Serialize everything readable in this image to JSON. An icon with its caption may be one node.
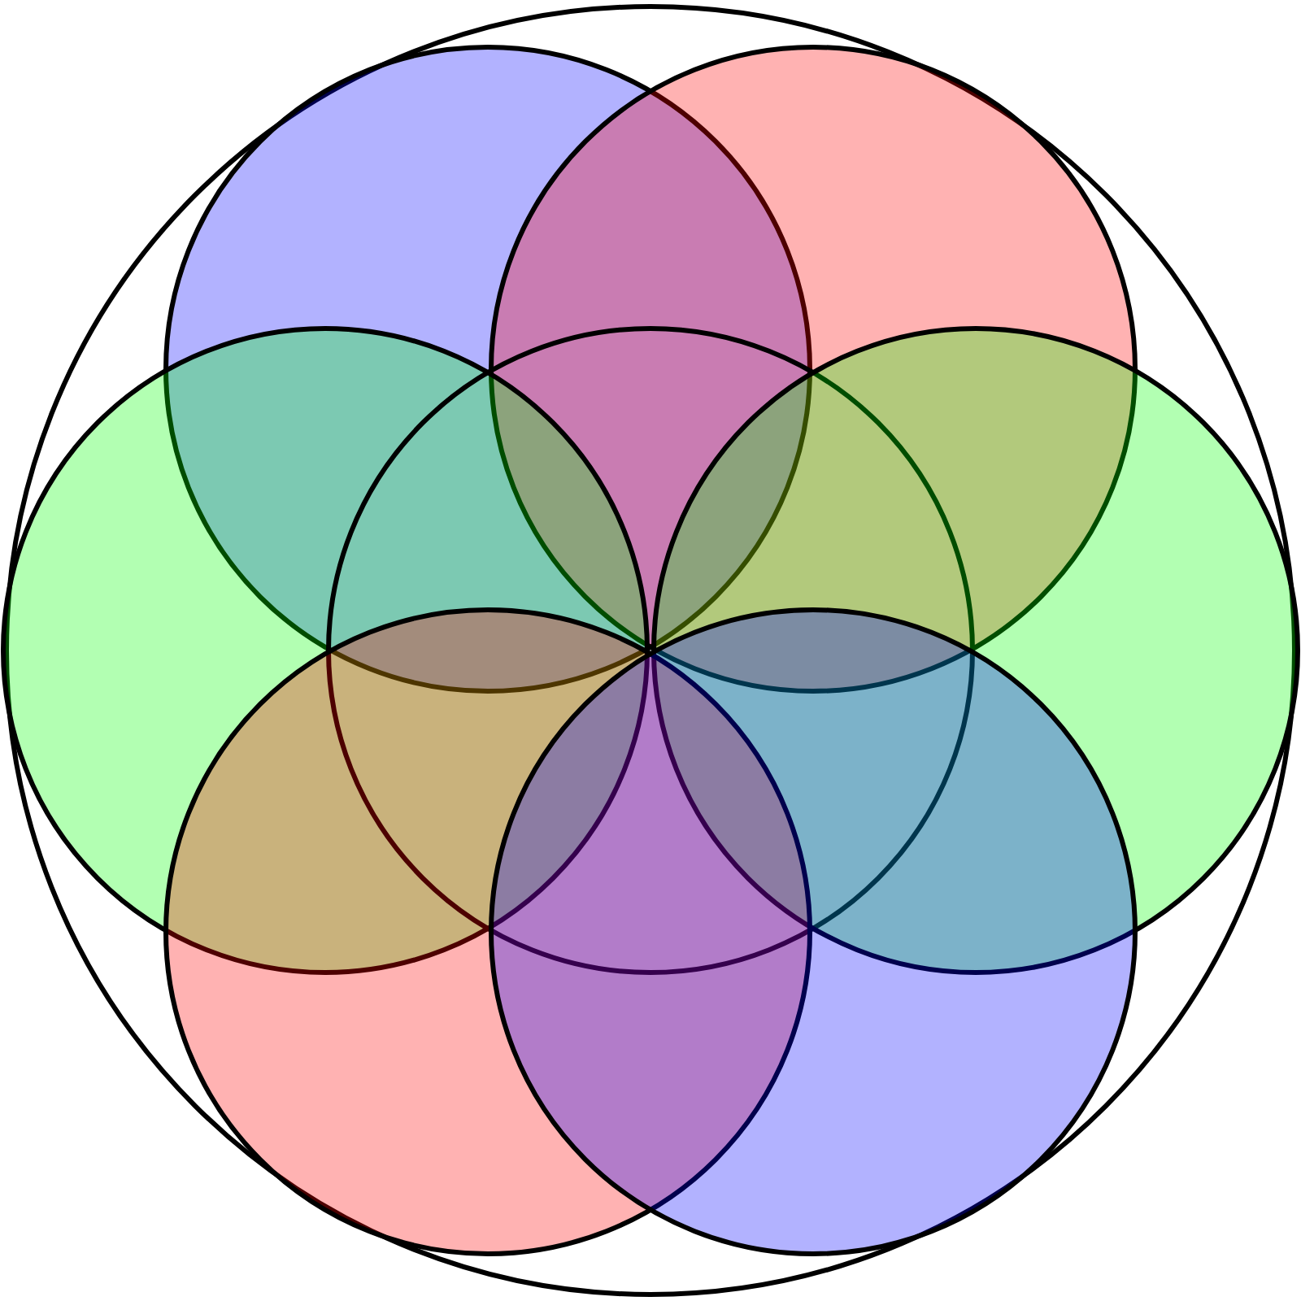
{
  "diagram": {
    "nodes": [
      {
        "text": [],
        "shape": "circle"
      },
      {
        "text": [],
        "shape": "circle",
        "in": 0
      },
      {
        "text": [],
        "shape": "circle",
        "in": 0
      },
      {
        "text": [],
        "shape": "circle",
        "in": 0
      },
      {
        "text": [],
        "shape": "circle",
        "in": 0
      },
      {
        "text": [],
        "shape": "circle",
        "in": 0
      },
      {
        "text": [],
        "shape": "circle",
        "in": 0
      },
      {
        "text": [],
        "shape": "circle",
        "in": 0
      }
    ]
  }
}
